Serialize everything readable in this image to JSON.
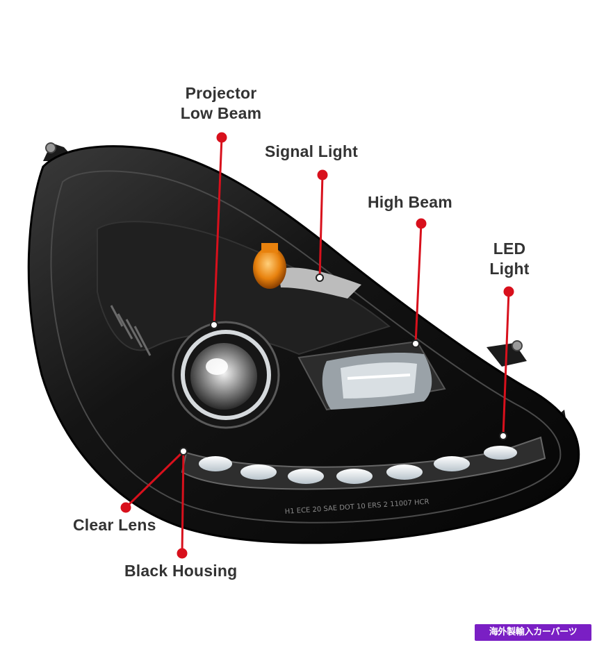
{
  "callouts": {
    "projector_low_beam": "Projector\nLow Beam",
    "signal_light": "Signal Light",
    "high_beam": "High Beam",
    "led_light": "LED\nLight",
    "clear_lens": "Clear Lens",
    "black_housing": "Black Housing"
  },
  "lens_print": "H1 ECE 20 SAE DOT 10 ERS 2 11007 HCR",
  "watermark": "海外製輸入カーパーツ",
  "colors": {
    "leader_red": "#d8101c",
    "label_text": "#333333",
    "housing": "#141414",
    "signal_amber": "#e8820e",
    "watermark_bg": "#7a1fc4"
  }
}
